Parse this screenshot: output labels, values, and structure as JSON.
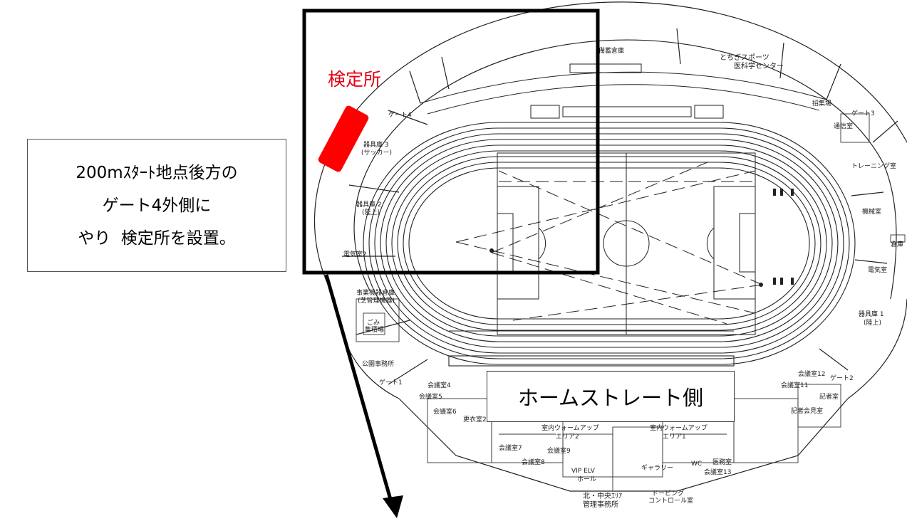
{
  "callout": {
    "line1": "200mｽﾀｰﾄ地点後方の",
    "line2": "ゲート4外側に",
    "line3": "やり  検定所を設置。"
  },
  "station_label": "検定所",
  "home_straight_label": "ホームストレート側",
  "colors": {
    "marker": "#e60012",
    "frame": "#000000",
    "lines": "#222222"
  },
  "map_labels": {
    "bihin": "備蓄倉庫",
    "tochigi1": "とちぎスポーツ",
    "tochigi2": "医科学センター",
    "shushujo": "招集場",
    "gate3": "ゲート3",
    "tsushin": "通信室",
    "training": "トレーニング室",
    "kikai": "機械室",
    "souko": "倉庫",
    "denki1": "電気室",
    "kigu1a": "器具庫 1",
    "kigu1b": "(陸上)",
    "gate2": "ゲート2",
    "kishashitsu": "記者室",
    "kishakaiken": "記者会見室",
    "kaigi12": "会議室12",
    "kaigi11": "会議室11",
    "gate4": "ゲート4",
    "kigu3a": "器具庫 3",
    "kigu3b": "(サッカー)",
    "kigu2a": "器具庫 2",
    "kigu2b": "(陸上)",
    "denki2": "電気室2",
    "jigyo1": "事業機器倉庫",
    "jigyo2": "(芝管理機器)",
    "gomi1": "ごみ",
    "gomi2": "集積場",
    "koen": "公園事務所",
    "gate1": "ゲート1",
    "kaigi4": "会議室4",
    "kaigi5": "会議室5",
    "kaigi6": "会議室6",
    "kaigi7": "会議室7",
    "kaigi8": "会議室8",
    "kaigi9": "会議室9",
    "kaigi13": "会議室13",
    "kouishitsu": "更衣室2",
    "wu2a": "室内ウォームアップ",
    "wu2b": "エリア2",
    "wu1a": "室内ウォームアップ",
    "wu1b": "エリア1",
    "vip": "VIP ELV",
    "hall": "ホール",
    "gallery": "ギャラリー",
    "imushitsu": "医務室",
    "wc": "WC",
    "kita1": "北・中央ｴﾘｱ",
    "kita2": "管理事務所",
    "doping1": "ドーピング",
    "doping2": "コントロール室"
  }
}
